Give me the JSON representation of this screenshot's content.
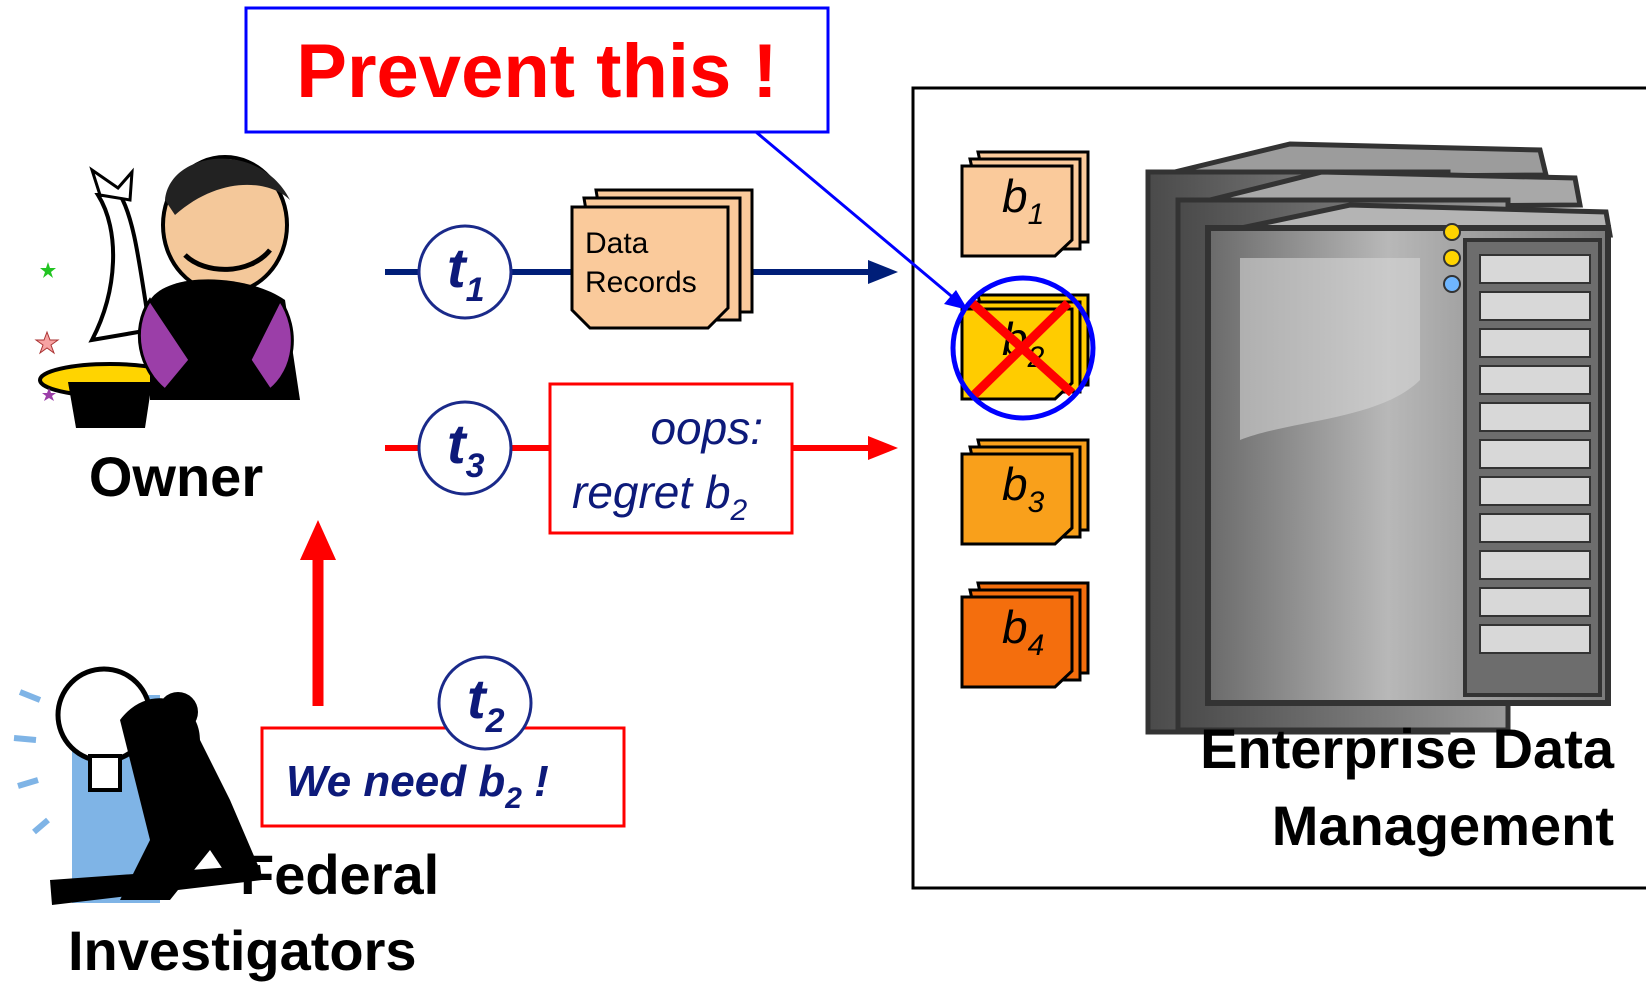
{
  "callout": {
    "text": "Prevent this !"
  },
  "owner": {
    "label": "Owner"
  },
  "investigators": {
    "line1": "Federal",
    "line2": "Investigators"
  },
  "enterprise": {
    "line1": "Enterprise Data",
    "line2": "Management"
  },
  "steps": [
    {
      "letter": "t",
      "sub": "1"
    },
    {
      "letter": "t",
      "sub": "2"
    },
    {
      "letter": "t",
      "sub": "3"
    }
  ],
  "data_records": {
    "line1": "Data",
    "line2": "Records"
  },
  "regret": {
    "line1": "oops:",
    "line2_main": "regret b",
    "line2_sub": "2"
  },
  "request": {
    "main": "We need b",
    "sub": "2",
    "tail": " !"
  },
  "blocks": [
    {
      "letter": "b",
      "sub": "1",
      "color": "#FACA9B"
    },
    {
      "letter": "b",
      "sub": "2",
      "color": "#FFCC00"
    },
    {
      "letter": "b",
      "sub": "3",
      "color": "#F9A01B"
    },
    {
      "letter": "b",
      "sub": "4",
      "color": "#F46E0D"
    }
  ],
  "colors": {
    "red": "#FF0000",
    "blue": "#0000FF",
    "navy": "#001E78",
    "dark_navy": "#0D1A7A"
  }
}
